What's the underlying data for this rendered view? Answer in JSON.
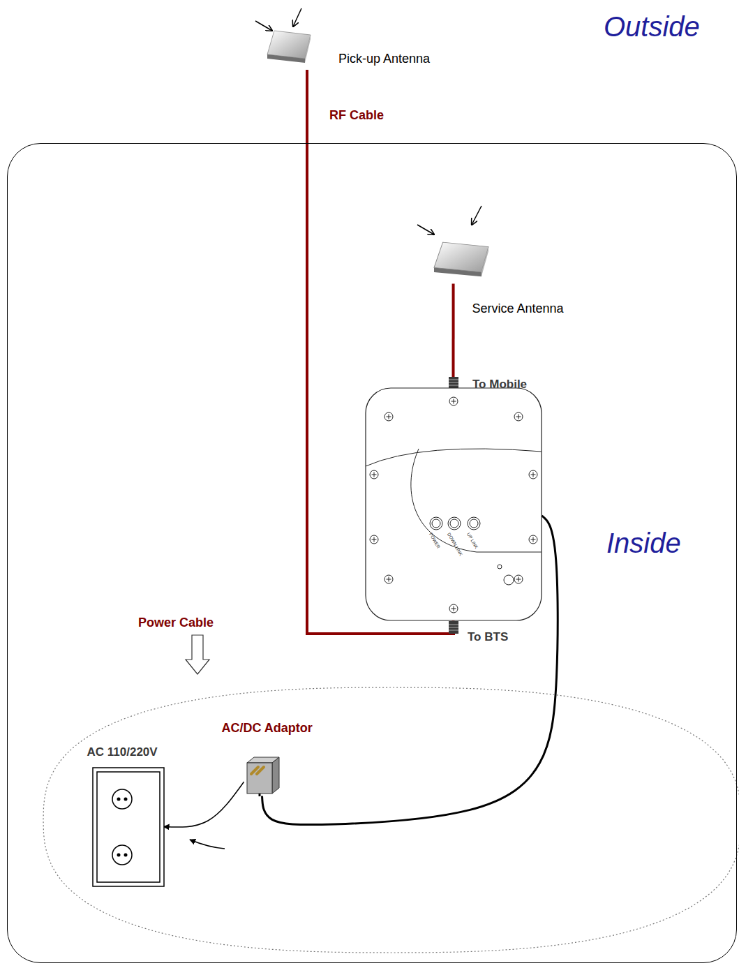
{
  "diagram": {
    "nodes": [
      {
        "text": [
          "Pick-up Antenna"
        ]
      },
      {
        "text": [
          "Inside"
        ]
      },
      {
        "text": [
          "Service Antenna"
        ],
        "in": 1
      },
      {
        "text": [
          "POWER",
          "DOWN LINK",
          "UP LINK"
        ],
        "in": 1
      },
      {
        "text": [
          "AC 110/220V"
        ],
        "in": 1
      },
      {
        "text": [
          "AC/DC Adaptor"
        ],
        "in": 1
      }
    ],
    "edges": [
      {
        "from": 0,
        "to": 3,
        "label": "RF Cable",
        "arrow": "none"
      },
      {
        "from": 2,
        "to": 3,
        "arrow": "none"
      },
      {
        "from": 5,
        "to": 3,
        "arrow": "none"
      },
      {
        "from": 5,
        "to": 4,
        "arrow": "to"
      }
    ],
    "labels": [
      "Outside",
      "To Mobile",
      "To BTS",
      "Power Cable"
    ]
  }
}
